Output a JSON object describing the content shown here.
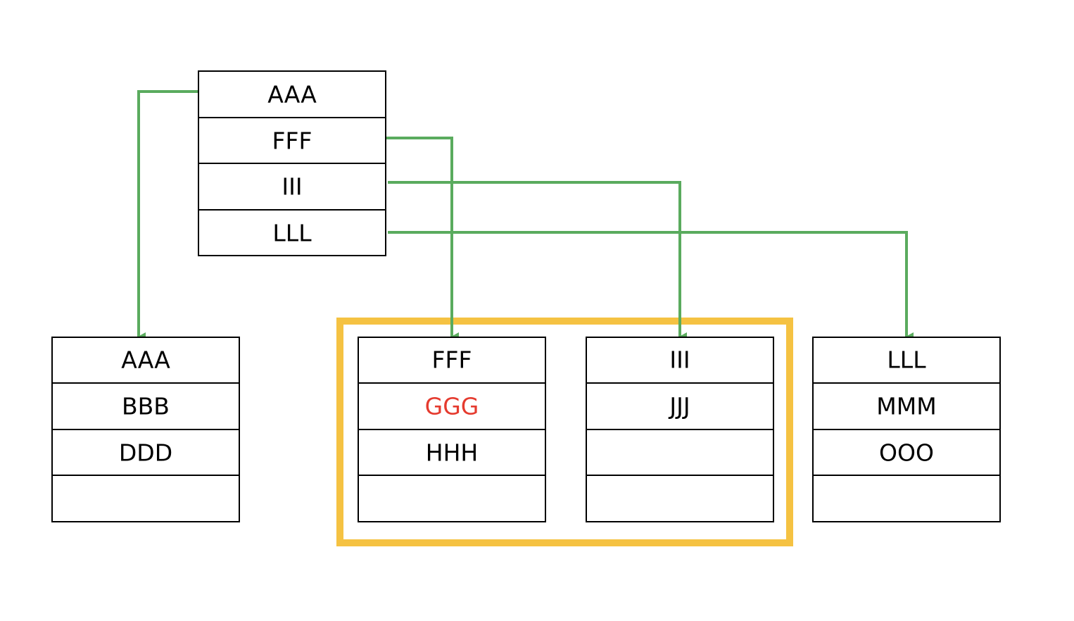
{
  "colors": {
    "connector": "#5aab5e",
    "highlight": "#f5c242",
    "highlighted_key": "#e53b2f",
    "border": "#000000"
  },
  "root_node": {
    "keys": [
      "AAA",
      "FFF",
      "III",
      "LLL"
    ]
  },
  "child_nodes": [
    {
      "keys": [
        "AAA",
        "BBB",
        "DDD",
        ""
      ]
    },
    {
      "keys": [
        "FFF",
        "GGG",
        "HHH",
        ""
      ]
    },
    {
      "keys": [
        "III",
        "JJJ",
        "",
        ""
      ]
    },
    {
      "keys": [
        "LLL",
        "MMM",
        "OOO",
        ""
      ]
    }
  ],
  "highlighted_key": "GGG"
}
